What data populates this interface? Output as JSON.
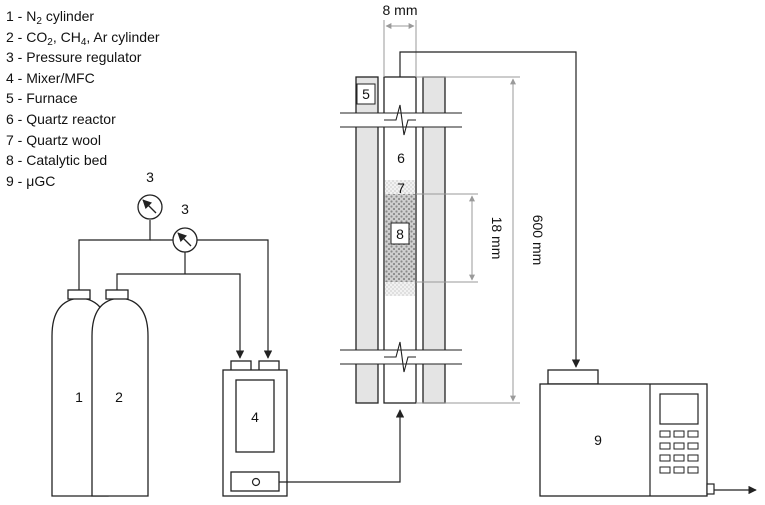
{
  "legend": [
    {
      "number": "1",
      "sep": " - ",
      "text": "N",
      "sub": "2",
      "tail": " cylinder"
    },
    {
      "number": "2",
      "sep": " - ",
      "text": "CO",
      "sub": "2",
      "mid": ", CH",
      "sub2": "4",
      "tail": ", Ar cylinder"
    },
    {
      "number": "3",
      "sep": " - ",
      "text": "Pressure regulator"
    },
    {
      "number": "4",
      "sep": " - ",
      "text": "Mixer/MFC"
    },
    {
      "number": "5",
      "sep": " - ",
      "text": "Furnace"
    },
    {
      "number": "6",
      "sep": " - ",
      "text": "Quartz reactor"
    },
    {
      "number": "7",
      "sep": " - ",
      "text": "Quartz wool"
    },
    {
      "number": "8",
      "sep": " - ",
      "text": "Catalytic bed"
    },
    {
      "number": "9",
      "sep": " - ",
      "text": "μGC"
    }
  ],
  "labels": {
    "cylinder_n2": "1",
    "cylinder_co2": "2",
    "regulator_a": "3",
    "regulator_b": "3",
    "mixer": "4",
    "furnace": "5",
    "reactor": "6",
    "quartz_wool": "7",
    "catalytic_bed": "8",
    "ugc": "9"
  },
  "dimensions": {
    "reactor_width": "8 mm",
    "bed_height": "18 mm",
    "reactor_length": "600 mm"
  },
  "colors": {
    "line": "#222222",
    "dimension": "#9a9a9a",
    "furnace_fill": "#e4e4e4",
    "bed_fill": "#bdbdbd"
  }
}
